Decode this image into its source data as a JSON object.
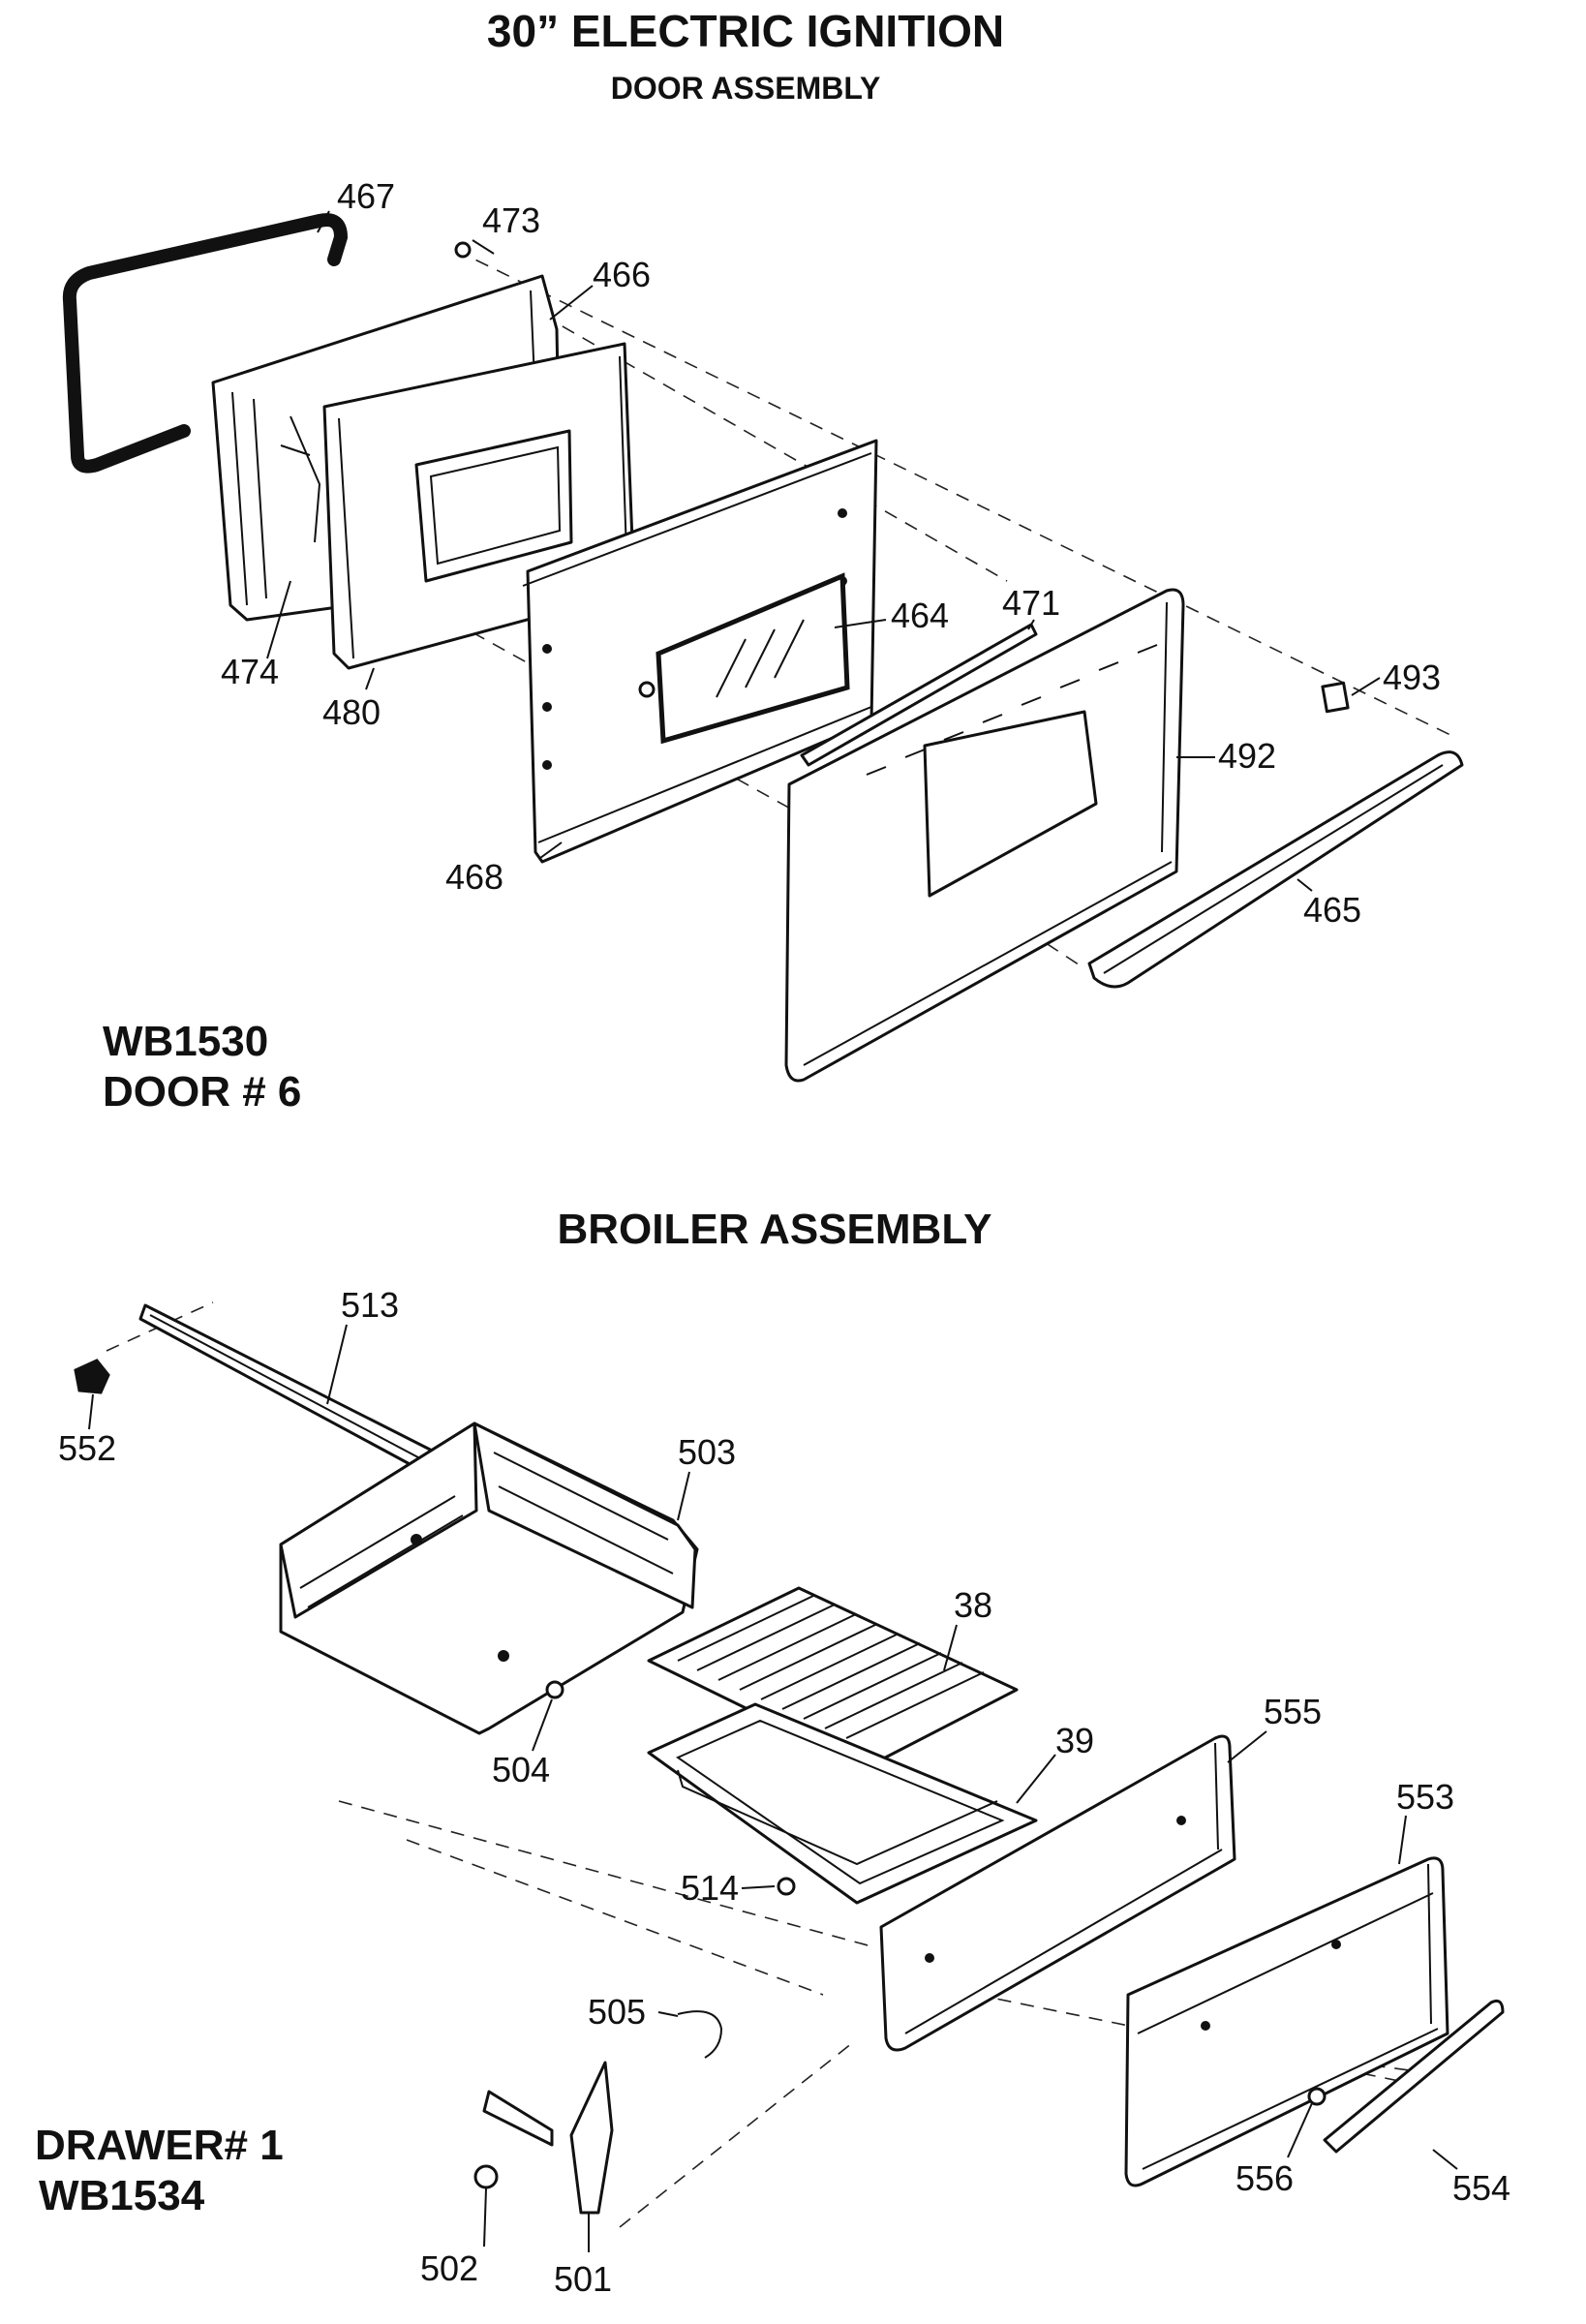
{
  "header": {
    "title": "30” ELECTRIC IGNITION",
    "subtitle": "DOOR ASSEMBLY"
  },
  "door_model": {
    "line1": "WB1530",
    "line2": "DOOR # 6"
  },
  "broiler": {
    "title": "BROILER ASSEMBLY"
  },
  "drawer_model": {
    "line1": "DRAWER# 1",
    "line2": "WB1534"
  },
  "door_parts": [
    "467",
    "473",
    "466",
    "474",
    "480",
    "464",
    "471",
    "493",
    "492",
    "468",
    "465"
  ],
  "broiler_parts": [
    "513",
    "552",
    "503",
    "38",
    "504",
    "555",
    "39",
    "553",
    "514",
    "505",
    "554",
    "556",
    "502",
    "501"
  ]
}
